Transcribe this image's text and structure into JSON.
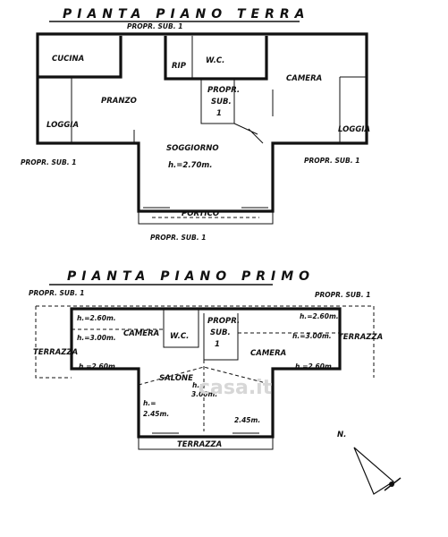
{
  "ground_floor": {
    "title": "PIANTA   PIANO   TERRA",
    "sub_top": "PROPR. SUB. 1",
    "sub_left": "PROPR. SUB. 1",
    "sub_right": "PROPR. SUB. 1",
    "sub_bottom": "PROPR. SUB. 1",
    "rooms": {
      "cucina": "CUCINA",
      "rip": "RIP",
      "wc": "W.C.",
      "camera": "CAMERA",
      "pranzo": "PRANZO",
      "propr_line1": "PROPR.",
      "propr_line2": "SUB.",
      "propr_line3": "1",
      "loggia_left": "LOGGIA",
      "loggia_right": "LOGGIA",
      "soggiorno": "SOGGIORNO",
      "height": "h.=2.70m.",
      "portico": "PORTICO"
    }
  },
  "first_floor": {
    "title": "PIANTA   PIANO   PRIMO",
    "sub_left": "PROPR. SUB. 1",
    "sub_right": "PROPR. SUB. 1",
    "rooms": {
      "terrazza_left": "TERRAZZA",
      "terrazza_right": "TERRAZZA",
      "terrazza_bottom": "TERRAZZA",
      "camera_left": "CAMERA",
      "camera_right": "CAMERA",
      "wc": "W.C.",
      "propr_line1": "PROPR.",
      "propr_line2": "SUB.",
      "propr_line3": "1",
      "salone": "SALONE"
    },
    "heights": {
      "left_1": "h.=2.60m.",
      "left_2": "h.=3.00m.",
      "left_3": "h.=2.60m.",
      "right_1": "h.=2.60m.",
      "right_2": "h.=3.00m.",
      "right_3": "h.=2.60m.",
      "center_1": "h.=",
      "center_2": "3.00m.",
      "salone_l1": "h.=",
      "salone_l2": "2.45m.",
      "salone_r": "2.45m."
    }
  },
  "north_label": "N.",
  "watermark": "casa.it"
}
